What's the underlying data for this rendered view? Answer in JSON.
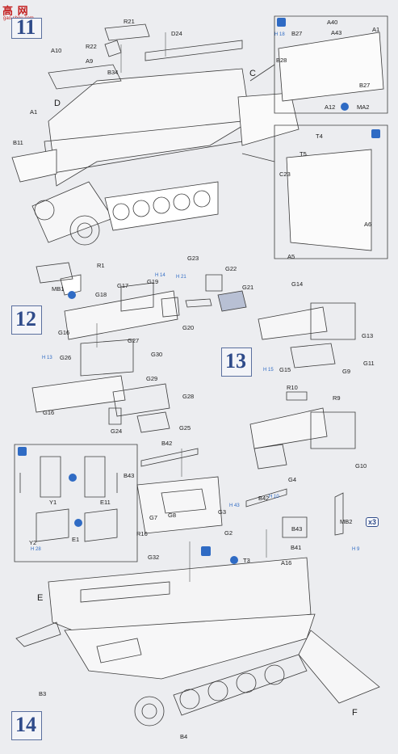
{
  "watermark": {
    "title": "高  网",
    "subtitle": "gao.shou.com"
  },
  "steps": [
    "11",
    "12",
    "13",
    "14"
  ],
  "parts": {
    "s11": [
      "R21",
      "D24",
      "R22",
      "A10",
      "A9",
      "B34",
      "C",
      "D",
      "A1",
      "B11"
    ],
    "s11_insetA": [
      "B27",
      "A40",
      "A43",
      "A1",
      "B28",
      "B27",
      "A12",
      "MA2"
    ],
    "s11_insetB": [
      "T4",
      "T5",
      "C23",
      "A6",
      "A5"
    ],
    "s12": [
      "R1",
      "MB1",
      "G17",
      "G18",
      "G19",
      "G23",
      "G22",
      "G21",
      "G16",
      "G20",
      "G27",
      "G26",
      "G30",
      "G29",
      "G28",
      "G16",
      "G24",
      "G25"
    ],
    "s13": [
      "G14",
      "G13",
      "G11",
      "G15",
      "G9",
      "R10",
      "R9",
      "G4",
      "G10"
    ],
    "s14_inset": [
      "Y1",
      "E11",
      "Y2",
      "E1"
    ],
    "s14": [
      "B42",
      "B43",
      "G7",
      "G8",
      "G3",
      "R16",
      "G2",
      "G32",
      "B42",
      "B43",
      "B41",
      "T3",
      "A16",
      "E",
      "F",
      "B3",
      "B4",
      "MB2"
    ]
  },
  "partnos": {
    "b27": "H 18",
    "g19": "H 14",
    "g23": "H 21",
    "g26": "H 13",
    "g15": "H 15",
    "g3": "H 43",
    "b42": "H 10",
    "y2": "H 28",
    "mb2": "H 9"
  },
  "multiplier": "x3"
}
